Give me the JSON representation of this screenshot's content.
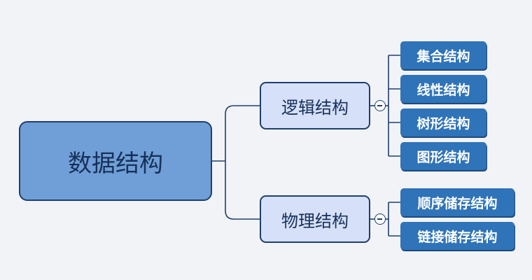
{
  "diagram": {
    "root": {
      "label": "数据结构"
    },
    "branches": [
      {
        "label": "逻辑结构",
        "collapse_icon": "minus-circle-icon",
        "children": [
          "集合结构",
          "线性结构",
          "树形结构",
          "图形结构"
        ]
      },
      {
        "label": "物理结构",
        "collapse_icon": "minus-circle-icon",
        "children": [
          "顺序储存结构",
          "链接储存结构"
        ]
      }
    ]
  },
  "colors": {
    "background": "#f2f3f7",
    "root_fill": "#6f9fd6",
    "branch_fill": "#d6e0f8",
    "leaf_fill": "#2f73b8",
    "line": "#1f3f6c"
  }
}
